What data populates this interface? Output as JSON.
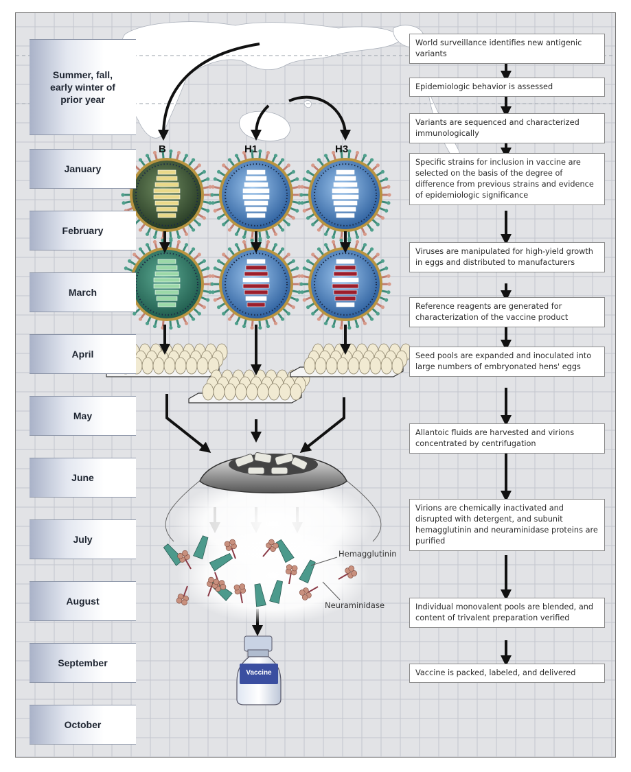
{
  "months": [
    "Summer, fall, early winter of prior year",
    "January",
    "February",
    "March",
    "April",
    "May",
    "June",
    "July",
    "August",
    "September",
    "October"
  ],
  "strains": [
    "B",
    "H1",
    "H3"
  ],
  "steps": [
    "World surveillance identifies new antigenic variants",
    "Epidemiologic behavior is assessed",
    "Variants are sequenced and characterized immunologically",
    "Specific strains for inclusion in vaccine are selected on the basis of the degree of difference from previous strains and evidence of epidemiologic significance",
    "Viruses are manipulated for high-yield growth in eggs and distributed to manufacturers",
    "Reference reagents are generated for characterization of the vaccine product",
    "Seed pools are expanded and inoculated into large numbers of embryonated hens' eggs",
    "Allantoic fluids are harvested and virions concentrated by centrifugation",
    "Virions are chemically inactivated and disrupted with detergent, and subunit hemagglutinin and neuraminidase proteins are purified",
    "Individual monovalent pools are blended, and content of trivalent preparation verified",
    "Vaccine is packed, labeled, and delivered"
  ],
  "labels": {
    "hemagglutinin": "Hemagglutinin",
    "neuraminidase": "Neuraminidase",
    "vaccine": "Vaccine"
  },
  "colors": {
    "background": "#e2e3e6",
    "virus_b_core": "#3f5a3a",
    "virus_b_modified_core": "#2f7f6a",
    "virus_h_core": "#3f75b5",
    "h1_h3_modified_segments": "#9c1e2c",
    "virus_b_segments": "#e9d98a",
    "hemagglutinin": "#4c9a8c",
    "neuraminidase": "#c8907e"
  }
}
